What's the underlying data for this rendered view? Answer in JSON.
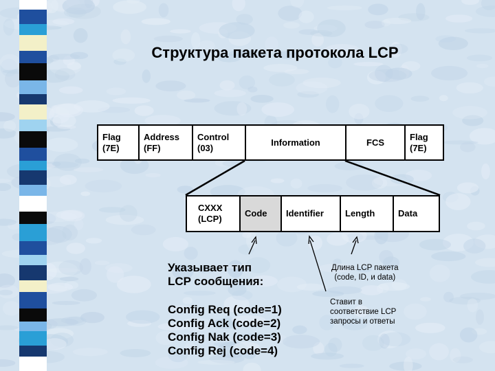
{
  "title": "Структура пакета протокола LCP",
  "frame": [
    {
      "id": "flag1",
      "label": "Flag\n(7E)"
    },
    {
      "id": "address",
      "label": "Address\n(FF)"
    },
    {
      "id": "control",
      "label": "Control\n(03)"
    },
    {
      "id": "information",
      "label": "Information"
    },
    {
      "id": "fcs",
      "label": "FCS"
    },
    {
      "id": "flag2",
      "label": "Flag\n(7E)"
    }
  ],
  "lcp": [
    {
      "id": "cxxx",
      "label": "CXXX\n(LCP)"
    },
    {
      "id": "code",
      "label": "Code"
    },
    {
      "id": "identifier",
      "label": "Identifier"
    },
    {
      "id": "length",
      "label": "Length"
    },
    {
      "id": "data",
      "label": "Data"
    }
  ],
  "notes": {
    "code_heading": "Указывает тип\nLCP сообщения:",
    "code_list": "Config Req (code=1)\nConfig Ack (code=2)\nConfig Nak (code=3)\nConfig Rej (code=4)",
    "length_note": "Длина LCP пакета\n(code, ID, и data)",
    "identifier_note": "Ставит в\nсоответствие LCP\nзапросы и ответы"
  },
  "colors": {
    "background": "#d4e3f0",
    "cell_fill": "#ffffff",
    "code_fill": "#d9d9d9",
    "stripe": [
      "#ffffff",
      "#1f4f9e",
      "#2a9fd6",
      "#f3f0c8",
      "#0a0a0a",
      "#7ab6e8",
      "#16386f",
      "#9fd3f0"
    ]
  }
}
